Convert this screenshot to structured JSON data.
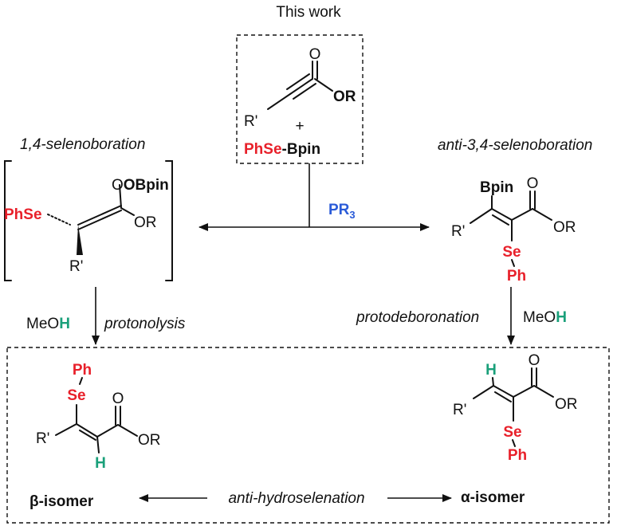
{
  "top_caption": "This work",
  "center_reagent": {
    "carbonyl_o": "O",
    "ester_or": "OR",
    "substituent": "R'",
    "plus": "+",
    "reagent_se": "PhSe",
    "reagent_b": "-Bpin"
  },
  "catalyst": {
    "main": "PR",
    "subscript": "3"
  },
  "left_path": {
    "title": "1,4-selenoboration",
    "obpin": "OBpin",
    "phse": "PhSe",
    "or": "OR",
    "rprime": "R'",
    "reagent_main": "MeO",
    "reagent_h": "H",
    "step": "protonolysis"
  },
  "right_path": {
    "title": "anti-3,4-selenoboration",
    "bpin": "Bpin",
    "o": "O",
    "or": "OR",
    "rprime": "R'",
    "se": "Se",
    "ph": "Ph",
    "step": "protodeboronation",
    "reagent_main": "MeO",
    "reagent_h": "H"
  },
  "beta_product": {
    "ph": "Ph",
    "se": "Se",
    "o": "O",
    "or": "OR",
    "rprime": "R'",
    "h": "H",
    "name": "β-isomer"
  },
  "alpha_product": {
    "h": "H",
    "o": "O",
    "or": "OR",
    "rprime": "R'",
    "se": "Se",
    "ph": "Ph",
    "name": "α-isomer"
  },
  "bottom_process": "anti-hydroselenation",
  "colors": {
    "selenium": "#e8202a",
    "phosphine": "#2a5bd8",
    "hydrogen": "#1aa07a"
  }
}
